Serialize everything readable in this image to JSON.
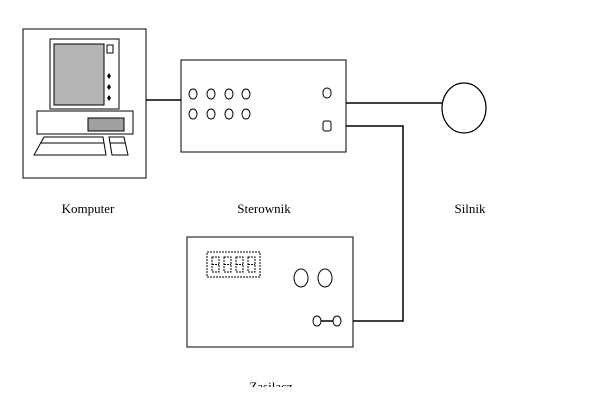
{
  "labels": {
    "computer": "Komputer",
    "controller": "Sterownik",
    "motor": "Silnik",
    "power_supply": "Zasilacz"
  },
  "colors": {
    "stroke": "#000000",
    "screen": "#b4b4b4",
    "drive": "#a0a0a0",
    "background": "#ffffff"
  }
}
